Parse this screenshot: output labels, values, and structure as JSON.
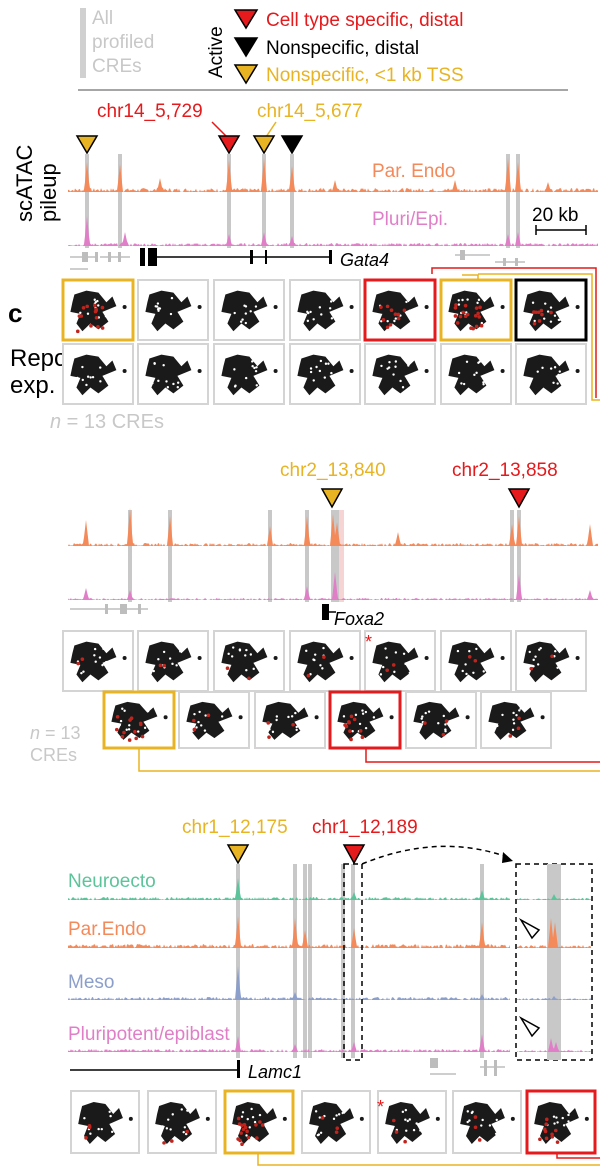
{
  "legend": {
    "all_label": [
      "All",
      "profiled",
      "CREs"
    ],
    "active_label": "Active",
    "entries": [
      {
        "label": "Cell type specific, distal",
        "color": "#e41a1c"
      },
      {
        "label": "Nonspecific, distal",
        "color": "#000000"
      },
      {
        "label": "Nonspecific, <1 kb TSS",
        "color": "#e8b424"
      }
    ]
  },
  "colors": {
    "red": "#e41a1c",
    "black": "#000000",
    "gold": "#e8b424",
    "grey_cre": "#c8c8c8",
    "endo": "#f4895a",
    "pluri": "#e07fc8",
    "neuro": "#5cc49a",
    "meso": "#8c9fcb"
  },
  "panel_b": {
    "y_axis_label": [
      "scATAC",
      "pileup"
    ],
    "cre_labels": [
      {
        "text": "chr14_5,729",
        "color": "red"
      },
      {
        "text": "chr14_5,677",
        "color": "gold"
      }
    ],
    "tracks": [
      "Par. Endo",
      "Pluri/Epi."
    ],
    "scale_label": "20 kb",
    "gene": "Gata4"
  },
  "panel_c": {
    "letter": "c",
    "row_label": [
      "Reporter",
      "exp."
    ],
    "n_label_italic": "n",
    "n_label_rest": " = 13 CREs"
  },
  "panel_d": {
    "cre_labels": [
      {
        "text": "chr2_13,840",
        "color": "gold"
      },
      {
        "text": "chr2_13,858",
        "color": "red"
      }
    ],
    "gene": "Foxa2",
    "n_label_italic": "n",
    "n_label_rest": " = 13",
    "n_label_line2": "CREs",
    "asterisk": "*"
  },
  "panel_e": {
    "cre_labels": [
      {
        "text": "chr1_12,175",
        "color": "gold"
      },
      {
        "text": "chr1_12,189",
        "color": "red"
      }
    ],
    "tracks": [
      {
        "label": "Neuroecto",
        "color": "neuro"
      },
      {
        "label": "Par.Endo",
        "color": "endo"
      },
      {
        "label": "Meso",
        "color": "meso"
      },
      {
        "label": "Pluripotent/epiblast",
        "color": "pluri"
      }
    ],
    "gene": "Lamc1",
    "asterisk": "*"
  }
}
